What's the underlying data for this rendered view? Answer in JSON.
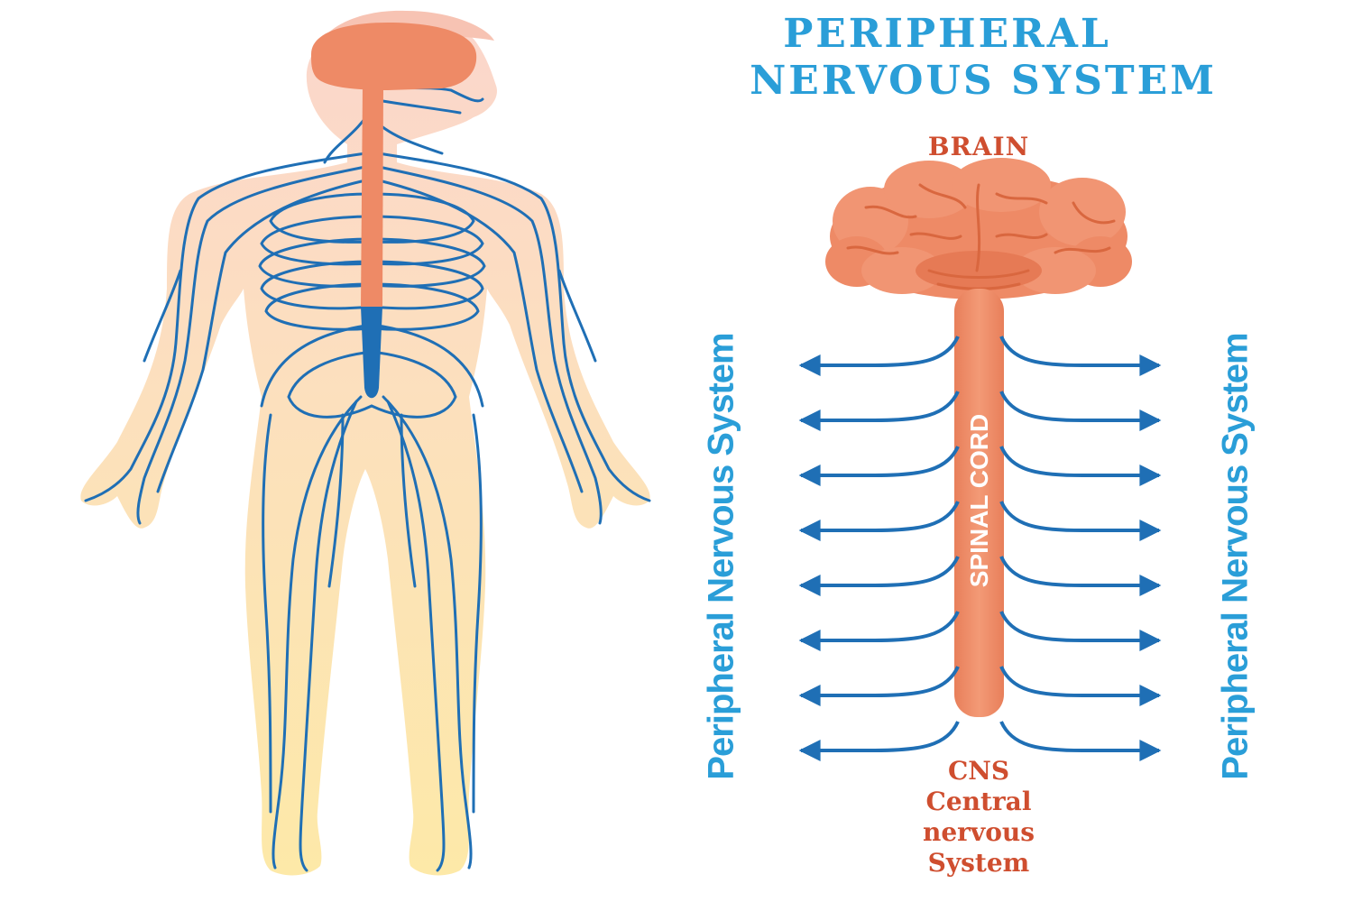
{
  "title": {
    "line1": "PERIPHERAL",
    "line2": "NERVOUS SYSTEM"
  },
  "labels": {
    "brain": "BRAIN",
    "spinal_cord": "SPINAL CORD",
    "pns_left": "Peripheral Nervous System",
    "pns_right": "Peripheral Nervous System",
    "cns_line1": "CNS",
    "cns_line2": "Central",
    "cns_line3": "nervous",
    "cns_line4": "System"
  },
  "colors": {
    "title_blue": "#2a9ed8",
    "nerve_blue": "#1f6fb5",
    "nerve_light": "#2b8fd0",
    "brain_orange": "#ee8a66",
    "brain_dark": "#d9673f",
    "label_red": "#cf4e2f",
    "skin_pink": "#fbd9cf",
    "skin_yellow": "#fce8ad"
  },
  "arrows": {
    "pairs": 8
  }
}
